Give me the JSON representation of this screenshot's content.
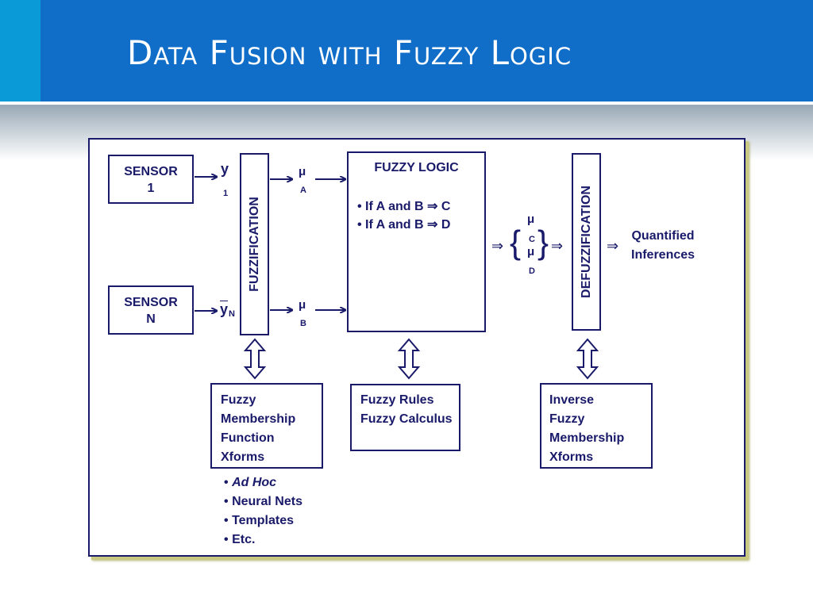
{
  "slide": {
    "title": "Data Fusion with Fuzzy Logic"
  },
  "diagram": {
    "sensor1": {
      "line1": "SENSOR",
      "line2": "1"
    },
    "sensorN": {
      "line1": "SENSOR",
      "line2": "N"
    },
    "y1": {
      "symbol": "y",
      "subscript": "1"
    },
    "yN": {
      "symbol": "y",
      "subscript": "N"
    },
    "fuzzification": "FUZZIFICATION",
    "muA": {
      "symbol": "μ",
      "subscript": "A"
    },
    "muB": {
      "symbol": "μ",
      "subscript": "B"
    },
    "fuzzy_logic": {
      "title": "FUZZY LOGIC",
      "rules": [
        "• If A and B ⇒ C",
        "• If A and B ⇒ D"
      ]
    },
    "implies": "⇒",
    "brace_left": "{",
    "brace_right": "}",
    "muC": {
      "symbol": "μ",
      "subscript": "C"
    },
    "muD": {
      "symbol": "μ",
      "subscript": "D"
    },
    "defuzzification": "DEFUZZIFICATION",
    "output": {
      "line1": "Quantified",
      "line2": "Inferences"
    },
    "membership_box": [
      "Fuzzy",
      "Membership",
      "Function",
      "Xforms"
    ],
    "rules_box": [
      "Fuzzy Rules",
      "Fuzzy Calculus"
    ],
    "inverse_box": [
      "Inverse",
      "Fuzzy",
      "Membership",
      "Xforms"
    ],
    "methods": [
      "Ad Hoc",
      "Neural Nets",
      "Templates",
      "Etc."
    ],
    "bullet": "•"
  }
}
